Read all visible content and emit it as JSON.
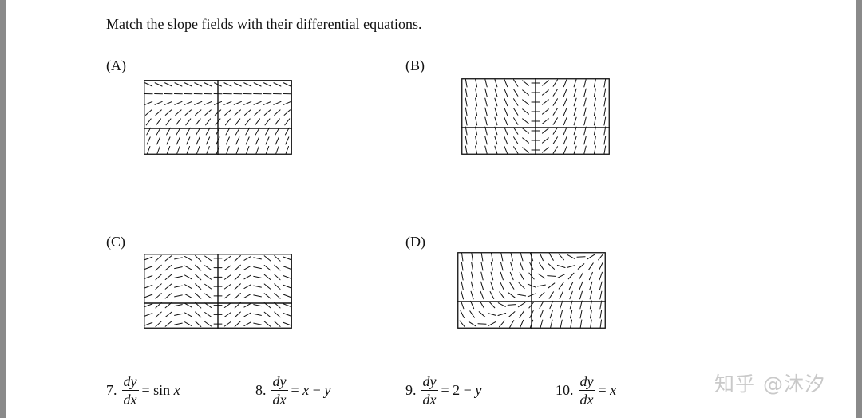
{
  "instruction": "Match the slope fields with their differential equations.",
  "panels": [
    {
      "label": "(A)",
      "equation": "dy/dx = 2 - y"
    },
    {
      "label": "(B)",
      "equation": "dy/dx = x"
    },
    {
      "label": "(C)",
      "equation": "dy/dx = sin x"
    },
    {
      "label": "(D)",
      "equation": "dy/dx = x - y"
    }
  ],
  "equations": [
    {
      "number": "7.",
      "numerator": "dy",
      "denominator": "dx",
      "rhs_prefix": "= ",
      "rhs_var": "",
      "rhs_text": "sin ",
      "rhs_tail": "x"
    },
    {
      "number": "8.",
      "numerator": "dy",
      "denominator": "dx",
      "rhs_prefix": "= ",
      "rhs_var": "x",
      "rhs_text": " − ",
      "rhs_tail": "y"
    },
    {
      "number": "9.",
      "numerator": "dy",
      "denominator": "dx",
      "rhs_prefix": "= ",
      "rhs_var": "",
      "rhs_text": "2 − ",
      "rhs_tail": "y"
    },
    {
      "number": "10.",
      "numerator": "dy",
      "denominator": "dx",
      "rhs_prefix": "= ",
      "rhs_var": "",
      "rhs_text": "",
      "rhs_tail": "x"
    }
  ],
  "watermark": "知乎 @沐汐",
  "colors": {
    "ink": "#111111",
    "background": "#ffffff",
    "side_bars": "#8a8a8a",
    "watermark": "#c9c9c9"
  }
}
